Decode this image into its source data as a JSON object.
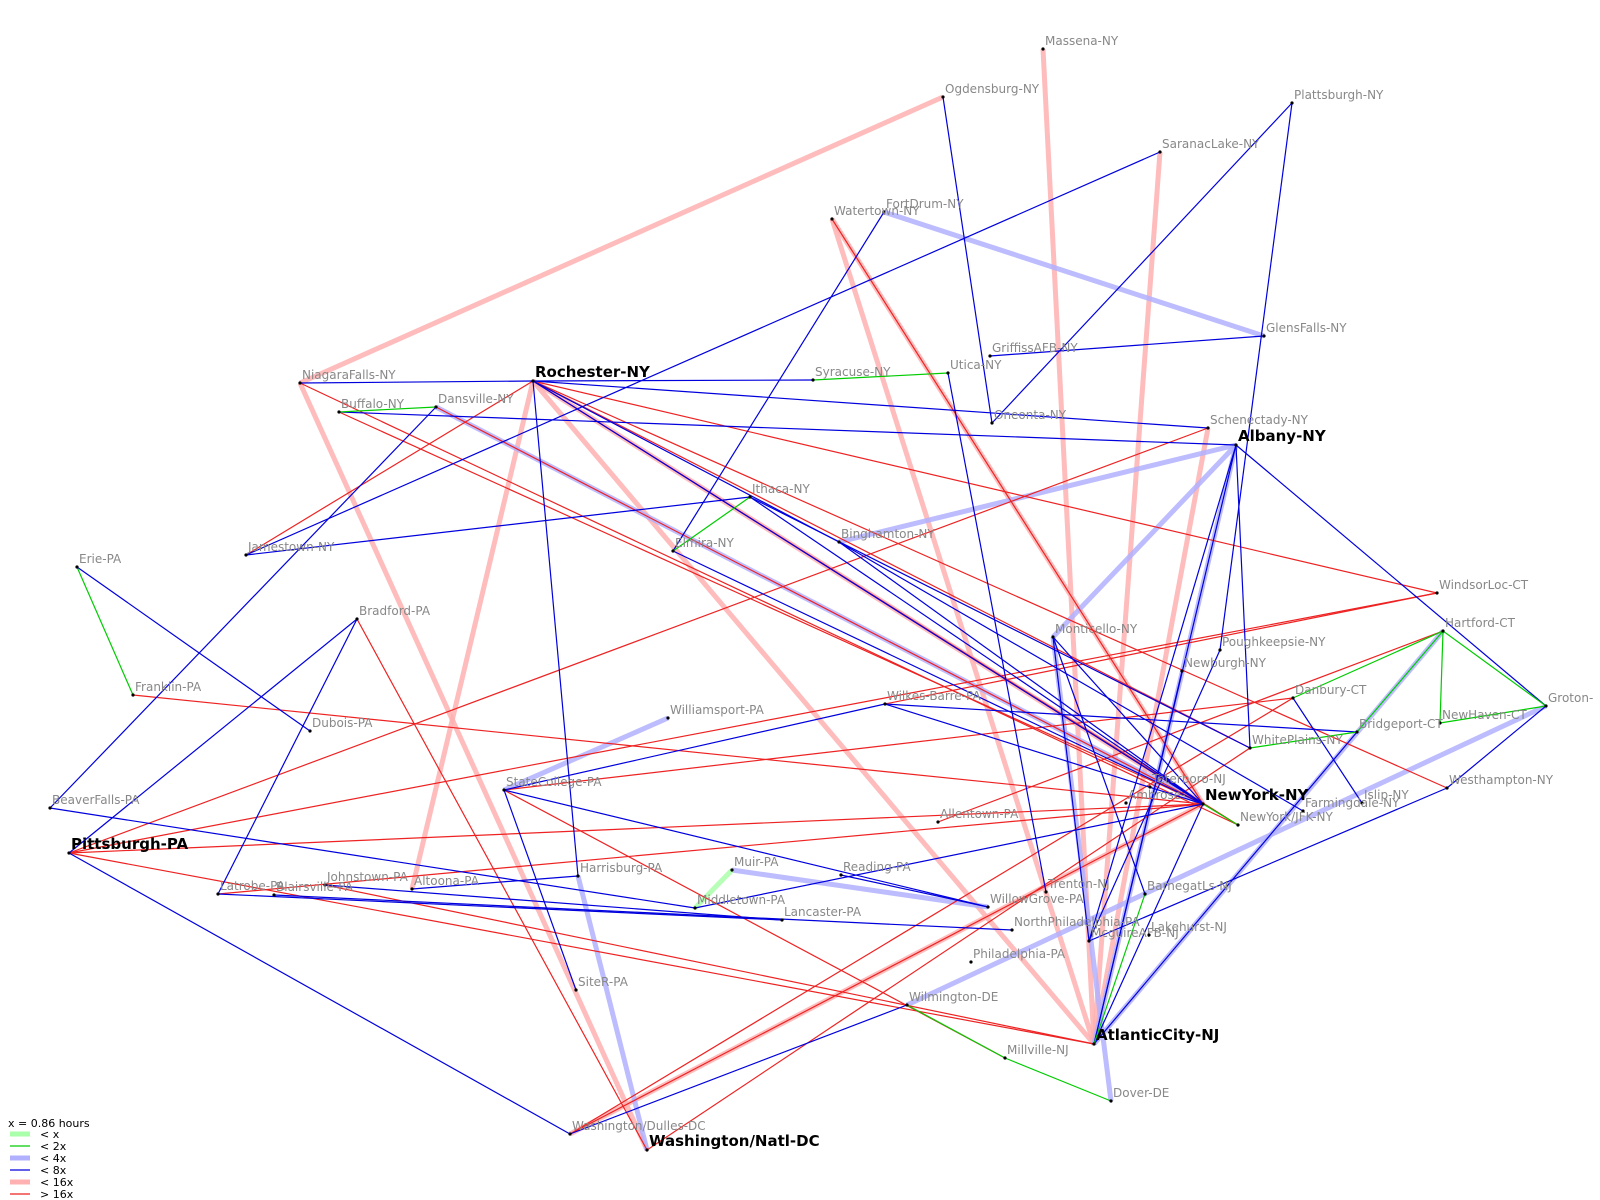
{
  "legend": {
    "title": "x = 0.86 hours",
    "items": [
      {
        "label": "< x",
        "color": "#aaffaa",
        "width": 5
      },
      {
        "label": "< 2x",
        "color": "#00cc00",
        "width": 1
      },
      {
        "label": "< 4x",
        "color": "#b0b0ff",
        "width": 5
      },
      {
        "label": "< 8x",
        "color": "#0000dd",
        "width": 1
      },
      {
        "label": "< 16x",
        "color": "#ffb0b0",
        "width": 5
      },
      {
        "label": "> 16x",
        "color": "#ee2222",
        "width": 1
      }
    ]
  },
  "colors": {
    "c0": "#aaffaa",
    "c1": "#00cc00",
    "c2": "#b0b0ff",
    "c3": "#0000dd",
    "c4": "#ffb0b0",
    "c5": "#ee2222"
  },
  "nodes": [
    {
      "id": "massena",
      "label": "Massena-NY",
      "big": false
    },
    {
      "id": "ogdensburg",
      "label": "Ogdensburg-NY",
      "big": false
    },
    {
      "id": "plattsburgh",
      "label": "Plattsburgh-NY",
      "big": false
    },
    {
      "id": "saranac",
      "label": "SaranacLake-NY",
      "big": false
    },
    {
      "id": "fortdrum",
      "label": "FortDrum-NY",
      "big": false
    },
    {
      "id": "watertown",
      "label": "Watertown-NY",
      "big": false
    },
    {
      "id": "glensfalls",
      "label": "GlensFalls-NY",
      "big": false
    },
    {
      "id": "griffiss",
      "label": "GriffissAFB-NY",
      "big": false
    },
    {
      "id": "utica",
      "label": "Utica-NY",
      "big": false
    },
    {
      "id": "syracuse",
      "label": "Syracuse-NY",
      "big": false
    },
    {
      "id": "rochester",
      "label": "Rochester-NY",
      "big": true
    },
    {
      "id": "niagara",
      "label": "NiagaraFalls-NY",
      "big": false
    },
    {
      "id": "buffalo",
      "label": "Buffalo-NY",
      "big": false
    },
    {
      "id": "dansville",
      "label": "Dansville-NY",
      "big": false
    },
    {
      "id": "oneonta",
      "label": "Oneonta-NY",
      "big": false
    },
    {
      "id": "schenectady",
      "label": "Schenectady-NY",
      "big": false
    },
    {
      "id": "albany",
      "label": "Albany-NY",
      "big": true
    },
    {
      "id": "ithaca",
      "label": "Ithaca-NY",
      "big": false
    },
    {
      "id": "elmira",
      "label": "Elmira-NY",
      "big": false
    },
    {
      "id": "binghamton",
      "label": "Binghamton-NY",
      "big": false
    },
    {
      "id": "jamestown",
      "label": "Jamestown-NY",
      "big": false
    },
    {
      "id": "erie",
      "label": "Erie-PA",
      "big": false
    },
    {
      "id": "bradford",
      "label": "Bradford-PA",
      "big": false
    },
    {
      "id": "windsorloc",
      "label": "WindsorLoc-CT",
      "big": false
    },
    {
      "id": "hartford",
      "label": "Hartford-CT",
      "big": false
    },
    {
      "id": "monticello",
      "label": "Monticello-NY",
      "big": false
    },
    {
      "id": "poughkeepsie",
      "label": "Poughkeepsie-NY",
      "big": false
    },
    {
      "id": "newburgh",
      "label": "Newburgh-NY",
      "big": false
    },
    {
      "id": "groton",
      "label": "Groton-",
      "big": false
    },
    {
      "id": "franklin",
      "label": "Franklin-PA",
      "big": false
    },
    {
      "id": "danbury",
      "label": "Danbury-CT",
      "big": false
    },
    {
      "id": "williamsport",
      "label": "Williamsport-PA",
      "big": false
    },
    {
      "id": "wilkesbarre",
      "label": "Wilkes-Barre-PA",
      "big": false
    },
    {
      "id": "newhaven",
      "label": "NewHaven-CT",
      "big": false
    },
    {
      "id": "dubois",
      "label": "Dubois-PA",
      "big": false
    },
    {
      "id": "bridgeport",
      "label": "Bridgeport-CT",
      "big": false
    },
    {
      "id": "whiteplains",
      "label": "WhitePlains-NY",
      "big": false
    },
    {
      "id": "statecollege",
      "label": "StateCollege-PA",
      "big": false
    },
    {
      "id": "westhampton",
      "label": "Westhampton-NY",
      "big": false
    },
    {
      "id": "teterboro",
      "label": "Teterboro-NJ",
      "big": false
    },
    {
      "id": "newyork",
      "label": "NewYork-NY",
      "big": true
    },
    {
      "id": "islip",
      "label": "Islip-NY",
      "big": false
    },
    {
      "id": "ambrose",
      "label": "Ambrose-",
      "big": false
    },
    {
      "id": "beaverfalls",
      "label": "BeaverFalls-PA",
      "big": false
    },
    {
      "id": "farmingdale",
      "label": "Farmingdale-NY",
      "big": false
    },
    {
      "id": "jfk",
      "label": "NewYork/JFK-NY",
      "big": false
    },
    {
      "id": "allentown",
      "label": "Allentown-PA",
      "big": false
    },
    {
      "id": "pittsburgh",
      "label": "Pittsburgh-PA",
      "big": true
    },
    {
      "id": "muir",
      "label": "Muir-PA",
      "big": false
    },
    {
      "id": "harrisburg",
      "label": "Harrisburg-PA",
      "big": false
    },
    {
      "id": "reading",
      "label": "Reading-PA",
      "big": false
    },
    {
      "id": "johnstown",
      "label": "Johnstown-PA",
      "big": false
    },
    {
      "id": "latrobe",
      "label": "Latrobe-PA",
      "big": false
    },
    {
      "id": "blairsville",
      "label": "Blairsville-PA",
      "big": false
    },
    {
      "id": "altoona",
      "label": "Altoona-PA",
      "big": false
    },
    {
      "id": "trenton",
      "label": "Trenton-NJ",
      "big": false
    },
    {
      "id": "barnegat",
      "label": "BarnegatLs-NJ",
      "big": false
    },
    {
      "id": "middletown",
      "label": "Middletown-PA",
      "big": false
    },
    {
      "id": "willowgrove",
      "label": "WillowGrove-PA",
      "big": false
    },
    {
      "id": "lancaster",
      "label": "Lancaster-PA",
      "big": false
    },
    {
      "id": "northphila",
      "label": "NorthPhiladelphia-PA",
      "big": false
    },
    {
      "id": "mcguire",
      "label": "McguireAFB-NJ",
      "big": false
    },
    {
      "id": "lakehurst",
      "label": "Lakehurst-NJ",
      "big": false
    },
    {
      "id": "philadelphia",
      "label": "Philadelphia-PA",
      "big": false
    },
    {
      "id": "siter",
      "label": "SiteR-PA",
      "big": false
    },
    {
      "id": "wilmington",
      "label": "Wilmington-DE",
      "big": false
    },
    {
      "id": "atlanticcity",
      "label": "AtlanticCity-NJ",
      "big": true
    },
    {
      "id": "millville",
      "label": "Millville-NJ",
      "big": false
    },
    {
      "id": "dover",
      "label": "Dover-DE",
      "big": false
    },
    {
      "id": "dulles",
      "label": "Washington/Dulles-DC",
      "big": false
    },
    {
      "id": "washington",
      "label": "Washington/Natl-DC",
      "big": true
    }
  ],
  "edges": [
    [
      "buffalo",
      "dansville",
      1
    ],
    [
      "syracuse",
      "utica",
      1
    ],
    [
      "ithaca",
      "elmira",
      1
    ],
    [
      "erie",
      "franklin",
      1
    ],
    [
      "hartford",
      "bridgeport",
      1
    ],
    [
      "hartford",
      "newhaven",
      1
    ],
    [
      "hartford",
      "groton",
      1
    ],
    [
      "newhaven",
      "groton",
      1
    ],
    [
      "hartford",
      "danbury",
      1
    ],
    [
      "bridgeport",
      "whiteplains",
      1
    ],
    [
      "middletown",
      "muir",
      0
    ],
    [
      "wilmington",
      "millville",
      1
    ],
    [
      "millville",
      "dover",
      1
    ],
    [
      "atlanticcity",
      "barnegat",
      1
    ],
    [
      "newyork",
      "jfk",
      1
    ],
    [
      "rochester",
      "syracuse",
      3
    ],
    [
      "rochester",
      "schenectady",
      3
    ],
    [
      "rochester",
      "harrisburg",
      3
    ],
    [
      "rochester",
      "binghamton",
      3
    ],
    [
      "rochester",
      "newyork",
      3
    ],
    [
      "niagara",
      "rochester",
      3
    ],
    [
      "ogdensburg",
      "oneonta",
      3
    ],
    [
      "plattsburgh",
      "oneonta",
      3
    ],
    [
      "plattsburgh",
      "poughkeepsie",
      3
    ],
    [
      "saranac",
      "jamestown",
      3
    ],
    [
      "fortdrum",
      "elmira",
      3
    ],
    [
      "griffiss",
      "glensfalls",
      3
    ],
    [
      "utica",
      "trenton",
      3
    ],
    [
      "buffalo",
      "albany",
      3
    ],
    [
      "dansville",
      "beaverfalls",
      3
    ],
    [
      "albany",
      "atlanticcity",
      3
    ],
    [
      "albany",
      "whiteplains",
      3
    ],
    [
      "albany",
      "groton",
      3
    ],
    [
      "jamestown",
      "ithaca",
      3
    ],
    [
      "ithaca",
      "newyork",
      3
    ],
    [
      "ithaca",
      "whiteplains",
      3
    ],
    [
      "binghamton",
      "farmingdale",
      3
    ],
    [
      "binghamton",
      "newyork",
      3
    ],
    [
      "elmira",
      "newyork",
      3
    ],
    [
      "erie",
      "dubois",
      3
    ],
    [
      "bradford",
      "pittsburgh",
      3
    ],
    [
      "bradford",
      "latrobe",
      3
    ],
    [
      "monticello",
      "mcguire",
      3
    ],
    [
      "monticello",
      "newyork",
      3
    ],
    [
      "monticello",
      "barnegat",
      3
    ],
    [
      "wilkesbarre",
      "statecollege",
      3
    ],
    [
      "wilkesbarre",
      "bridgeport",
      3
    ],
    [
      "statecollege",
      "siter",
      3
    ],
    [
      "statecollege",
      "willowgrove",
      3
    ],
    [
      "beaverfalls",
      "middletown",
      3
    ],
    [
      "pittsburgh",
      "dulles",
      3
    ],
    [
      "latrobe",
      "lancaster",
      3
    ],
    [
      "blairsville",
      "northphila",
      3
    ],
    [
      "johnstown",
      "lancaster",
      3
    ],
    [
      "harrisburg",
      "altoona",
      3
    ],
    [
      "middletown",
      "newyork",
      3
    ],
    [
      "reading",
      "willowgrove",
      3
    ],
    [
      "danbury",
      "islip",
      3
    ],
    [
      "groton",
      "westhampton",
      3
    ],
    [
      "newyork",
      "atlanticcity",
      3
    ],
    [
      "bridgeport",
      "atlanticcity",
      3
    ],
    [
      "westhampton",
      "mcguire",
      3
    ],
    [
      "wilmington",
      "dulles",
      3
    ],
    [
      "mcguire",
      "poughkeepsie",
      3
    ],
    [
      "albany",
      "mcguire",
      3
    ],
    [
      "wilkesbarre",
      "newyork",
      3
    ],
    [
      "newburgh",
      "atlanticcity",
      3
    ],
    [
      "fortdrum",
      "glensfalls",
      2
    ],
    [
      "dansville",
      "newyork",
      2
    ],
    [
      "williamsport",
      "statecollege",
      2
    ],
    [
      "binghamton",
      "albany",
      2
    ],
    [
      "harrisburg",
      "washington",
      2
    ],
    [
      "muir",
      "willowgrove",
      2
    ],
    [
      "albany",
      "atlanticcity",
      2
    ],
    [
      "monticello",
      "dover",
      2
    ],
    [
      "hartford",
      "atlanticcity",
      2
    ],
    [
      "groton",
      "wilmington",
      2
    ],
    [
      "albany",
      "monticello",
      2
    ],
    [
      "massena",
      "atlanticcity",
      4
    ],
    [
      "saranac",
      "atlanticcity",
      4
    ],
    [
      "watertown",
      "newyork",
      4
    ],
    [
      "watertown",
      "atlanticcity",
      4
    ],
    [
      "ogdensburg",
      "niagara",
      4
    ],
    [
      "rochester",
      "altoona",
      4
    ],
    [
      "rochester",
      "newyork",
      4
    ],
    [
      "niagara",
      "washington",
      4
    ],
    [
      "schenectady",
      "atlanticcity",
      4
    ],
    [
      "rochester",
      "atlanticcity",
      4
    ],
    [
      "newyork",
      "dulles",
      4
    ],
    [
      "pittsburgh",
      "newyork",
      5
    ],
    [
      "pittsburgh",
      "atlanticcity",
      5
    ],
    [
      "pittsburgh",
      "windsorloc",
      5
    ],
    [
      "rochester",
      "windsorloc",
      5
    ],
    [
      "rochester",
      "jfk",
      5
    ],
    [
      "rochester",
      "westhampton",
      5
    ],
    [
      "rochester",
      "whiteplains",
      5
    ],
    [
      "niagara",
      "jfk",
      5
    ],
    [
      "buffalo",
      "newyork",
      5
    ],
    [
      "jamestown",
      "rochester",
      5
    ],
    [
      "bradford",
      "washington",
      5
    ],
    [
      "franklin",
      "newyork",
      5
    ],
    [
      "statecollege",
      "danbury",
      5
    ],
    [
      "wilkesbarre",
      "windsorloc",
      5
    ],
    [
      "johnstown",
      "atlanticcity",
      5
    ],
    [
      "latrobe",
      "newyork",
      5
    ],
    [
      "millville",
      "statecollege",
      5
    ],
    [
      "allentown",
      "hartford",
      5
    ],
    [
      "dulles",
      "newyork",
      5
    ],
    [
      "dulles",
      "danbury",
      5
    ],
    [
      "washington",
      "whiteplains",
      5
    ],
    [
      "watertown",
      "newyork",
      5
    ],
    [
      "schenectady",
      "pittsburgh",
      5
    ],
    [
      "dansville",
      "newyork",
      5
    ]
  ]
}
